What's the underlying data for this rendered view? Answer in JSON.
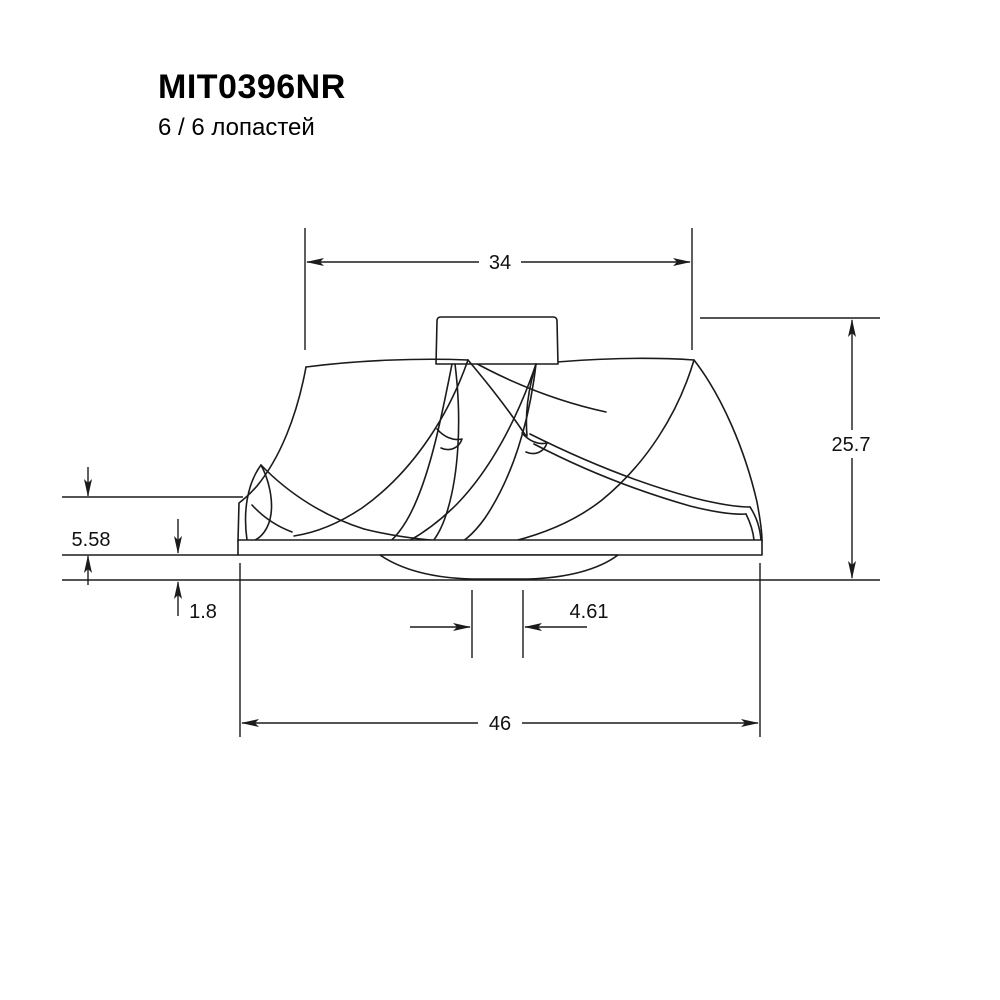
{
  "page": {
    "title": "MIT0396NR",
    "subtitle": "6 / 6 лопастей"
  },
  "dimensions": {
    "top_width": "34",
    "overall_height": "25.7",
    "backplate_thickness": "5.58",
    "nose_height": "1.8",
    "bore_width": "4.61",
    "base_width": "46"
  },
  "colors": {
    "background": "#ffffff",
    "line": "#1b1b1b",
    "text": "#111111"
  }
}
